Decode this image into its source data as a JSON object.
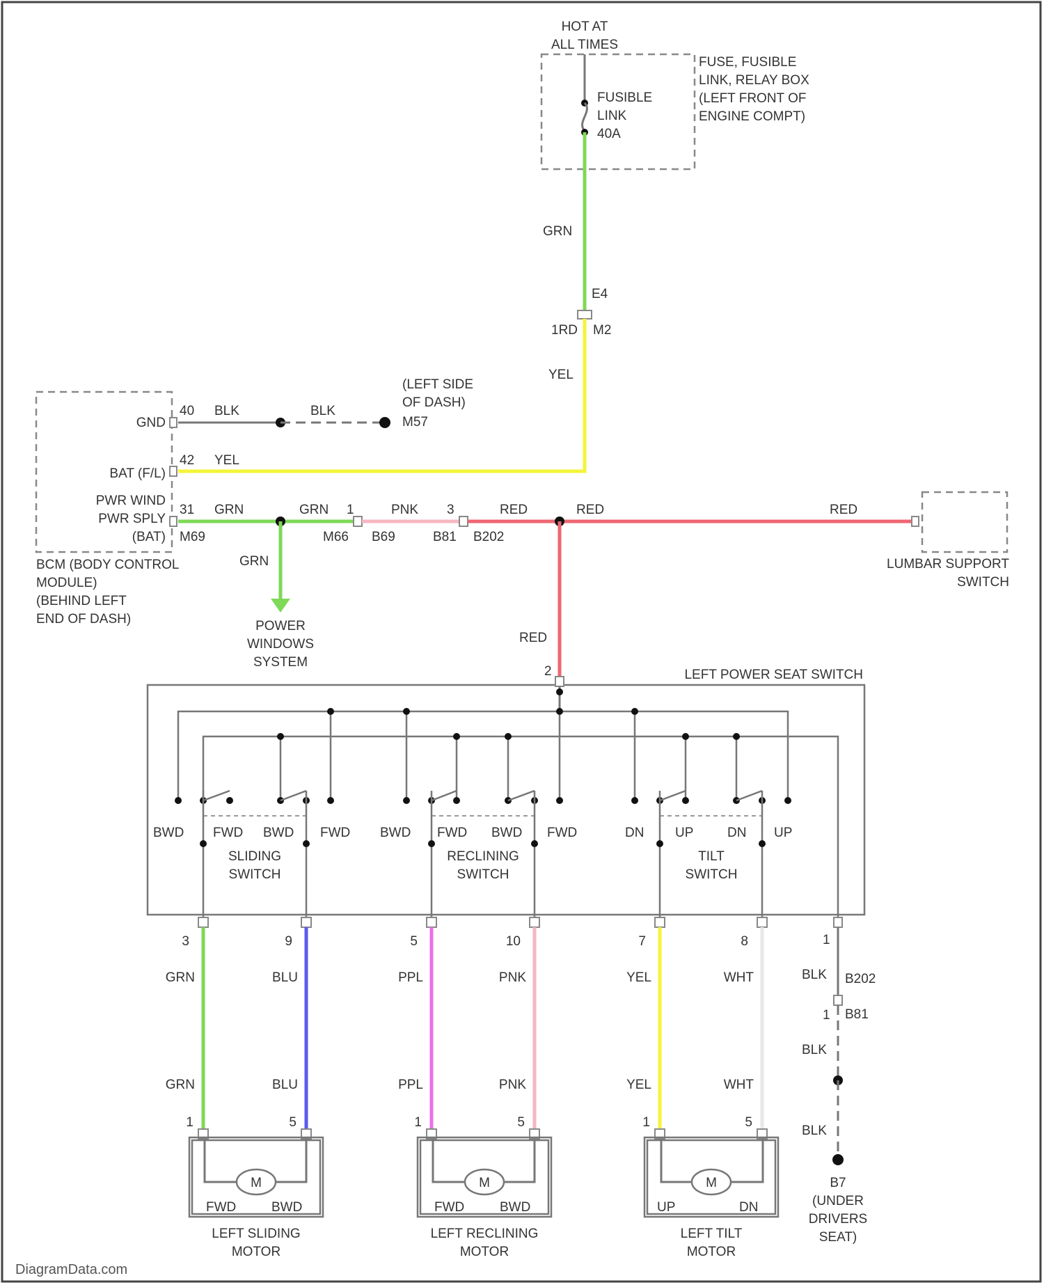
{
  "colors": {
    "GRN": "#7ed957",
    "YEL": "#f4f43a",
    "RED": "#ef6672",
    "PNK": "#f6b6c0",
    "BLU": "#5b5bf0",
    "PPL": "#ee6ee8",
    "WHT": "#e8e8e8",
    "BLK": "#777777"
  },
  "top": {
    "hot_line1": "HOT AT",
    "hot_line2": "ALL TIMES",
    "fuse_l1": "FUSIBLE",
    "fuse_l2": "LINK",
    "fuse_l3": "40A",
    "box_l1": "FUSE, FUSIBLE",
    "box_l2": "LINK, RELAY BOX",
    "box_l3": "(LEFT FRONT OF",
    "box_l4": "ENGINE COMPT)",
    "wire_grn": "GRN",
    "pin_e4": "E4",
    "conn_left": "1RD",
    "conn_right": "M2",
    "wire_yel": "YEL"
  },
  "ground_top": {
    "l1": "(LEFT SIDE",
    "l2": "OF DASH)",
    "id": "M57"
  },
  "bcm": {
    "gnd": "GND",
    "bat": "BAT (F/L)",
    "pwr1": "PWR WIND",
    "pwr2": "PWR SPLY",
    "pwr3": "(BAT)",
    "pin_gnd": "40",
    "pin_bat": "42",
    "pin_pwr": "31",
    "conn": "M69",
    "wire_blk": "BLK",
    "wire_yel": "YEL",
    "wire_grn": "GRN",
    "n1": "BCM (BODY CONTROL",
    "n2": "MODULE)",
    "n3": "(BEHIND LEFT",
    "n4": "END OF DASH)"
  },
  "blk2": "BLK",
  "harness": {
    "wire_grn": "GRN",
    "pin_m": "1",
    "conn_m": "M66",
    "wire_pnk": "PNK",
    "conn_b": "B69",
    "pin_b": "3",
    "conn_b2": "B81",
    "splice": "B202",
    "wire_red1": "RED",
    "wire_red2": "RED",
    "wire_red3": "RED",
    "wire_red4": "RED"
  },
  "power_windows": {
    "wire": "GRN",
    "l1": "POWER",
    "l2": "WINDOWS",
    "l3": "SYSTEM"
  },
  "lumbar": {
    "l1": "LUMBAR SUPPORT",
    "l2": "SWITCH"
  },
  "seat_switch": {
    "title": "LEFT POWER SEAT SWITCH",
    "pin_in": "2",
    "sliding": {
      "a": "BWD",
      "b": "FWD",
      "c": "BWD",
      "d": "FWD",
      "n1": "SLIDING",
      "n2": "SWITCH"
    },
    "reclining": {
      "a": "BWD",
      "b": "FWD",
      "c": "BWD",
      "d": "FWD",
      "n1": "RECLINING",
      "n2": "SWITCH"
    },
    "tilt": {
      "a": "DN",
      "b": "UP",
      "c": "DN",
      "d": "UP",
      "n1": "TILT",
      "n2": "SWITCH"
    }
  },
  "wires_out": [
    {
      "pin_top": "3",
      "color": "GRN",
      "label_top": "GRN",
      "label_bot": "GRN",
      "pin_bot": "1"
    },
    {
      "pin_top": "9",
      "color": "BLU",
      "label_top": "BLU",
      "label_bot": "BLU",
      "pin_bot": "5"
    },
    {
      "pin_top": "5",
      "color": "PPL",
      "label_top": "PPL",
      "label_bot": "PPL",
      "pin_bot": "1"
    },
    {
      "pin_top": "10",
      "color": "PNK",
      "label_top": "PNK",
      "label_bot": "PNK",
      "pin_bot": "5"
    },
    {
      "pin_top": "7",
      "color": "YEL",
      "label_top": "YEL",
      "label_bot": "YEL",
      "pin_bot": "1"
    },
    {
      "pin_top": "8",
      "color": "WHT",
      "label_top": "WHT",
      "label_bot": "WHT",
      "pin_bot": "5"
    }
  ],
  "ground_seat": {
    "pin_top": "1",
    "wire1": "BLK",
    "splice": "B202",
    "conn": "B81",
    "pin2": "1",
    "wire2": "BLK",
    "wire3": "BLK",
    "id": "B7",
    "l1": "(UNDER",
    "l2": "DRIVERS",
    "l3": "SEAT)"
  },
  "motors": [
    {
      "symbol": "M",
      "left": "FWD",
      "right": "BWD",
      "n1": "LEFT SLIDING",
      "n2": "MOTOR"
    },
    {
      "symbol": "M",
      "left": "FWD",
      "right": "BWD",
      "n1": "LEFT RECLINING",
      "n2": "MOTOR"
    },
    {
      "symbol": "M",
      "left": "UP",
      "right": "DN",
      "n1": "LEFT TILT",
      "n2": "MOTOR"
    }
  ],
  "watermark": "DiagramData.com"
}
